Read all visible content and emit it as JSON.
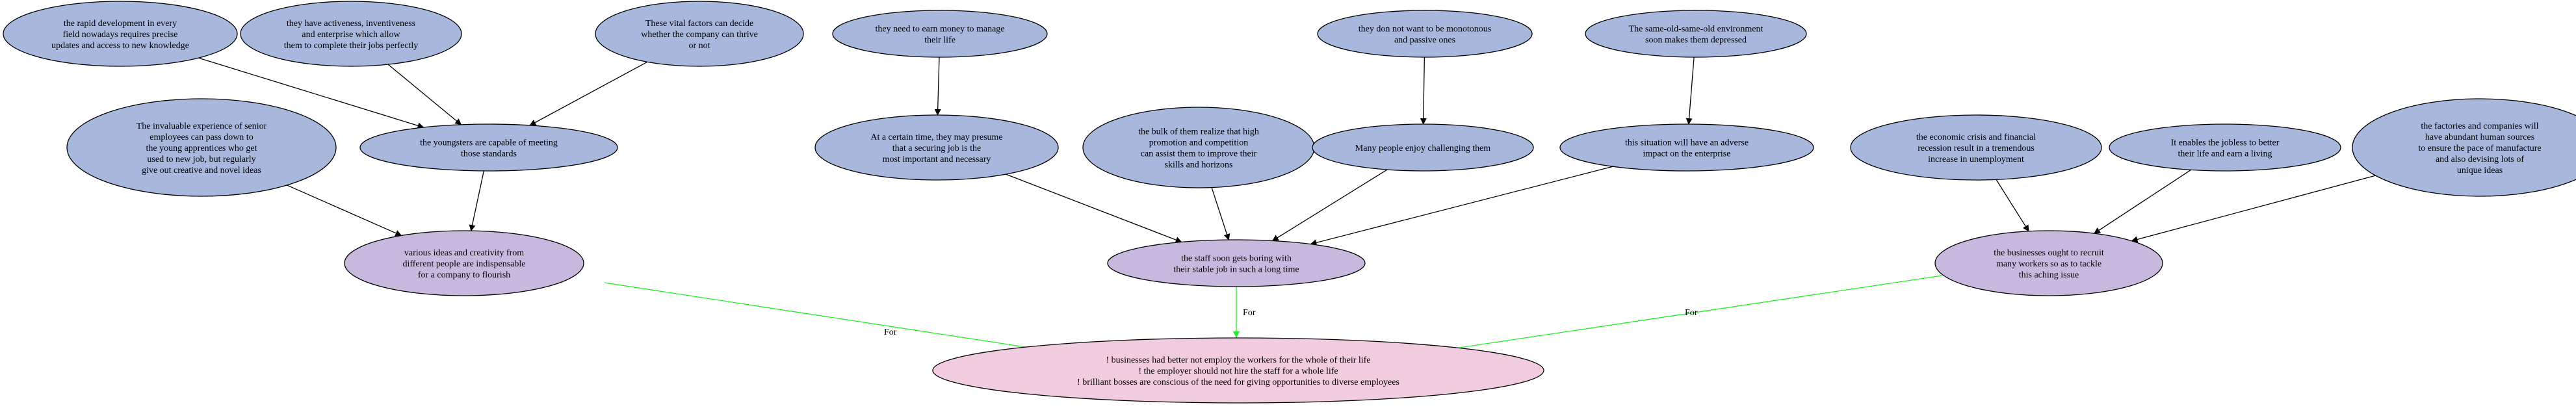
{
  "nodes": [
    {
      "id": "n_rapid",
      "color": "blue",
      "lines": [
        "the rapid development in every",
        "field nowadays requires precise",
        "updates and access to new knowledge"
      ]
    },
    {
      "id": "n_active",
      "color": "blue",
      "lines": [
        "they have activeness, inventiveness",
        "and enterprise which allow",
        "them to complete their jobs perfectly"
      ]
    },
    {
      "id": "n_vital",
      "color": "blue",
      "lines": [
        "These vital factors can decide",
        "whether the company can thrive",
        "or not"
      ]
    },
    {
      "id": "n_earn",
      "color": "blue",
      "lines": [
        "they need to earn money to manage",
        "their life"
      ]
    },
    {
      "id": "n_monot",
      "color": "blue",
      "lines": [
        "they don not want to be monotonous",
        "and passive ones"
      ]
    },
    {
      "id": "n_sameold",
      "color": "blue",
      "lines": [
        "The same-old-same-old environment",
        "soon makes them depressed"
      ]
    },
    {
      "id": "n_invaluable",
      "color": "blue",
      "lines": [
        "The invaluable experience of senior",
        "employees can pass down to",
        "the young apprentices who get",
        "used to new job, but regularly",
        "give out creative and novel ideas"
      ]
    },
    {
      "id": "n_youngsters",
      "color": "blue",
      "lines": [
        "the youngsters are capable of meeting",
        "those standards"
      ]
    },
    {
      "id": "n_securing",
      "color": "blue",
      "lines": [
        "At a certain time, they may presume",
        "that a securing job is the",
        "most important and necessary"
      ]
    },
    {
      "id": "n_bulk",
      "color": "blue",
      "lines": [
        "the bulk of them realize that high",
        "promotion and competition",
        "can assist them to improve their",
        "skills and horizons"
      ]
    },
    {
      "id": "n_enjoy",
      "color": "blue",
      "lines": [
        "Many people enjoy challenging them"
      ]
    },
    {
      "id": "n_adverse",
      "color": "blue",
      "lines": [
        "this situation will have an adverse",
        "impact on the enterprise"
      ]
    },
    {
      "id": "n_crisis",
      "color": "blue",
      "lines": [
        "the economic crisis and financial",
        "recession result in a tremendous",
        "increase in unemployment"
      ]
    },
    {
      "id": "n_jobless",
      "color": "blue",
      "lines": [
        "It enables the jobless to better",
        "their life and earn a living"
      ]
    },
    {
      "id": "n_factories",
      "color": "blue",
      "lines": [
        "the factories and companies will",
        "have abundant human sources",
        "to ensure the pace of manufacture",
        "and also devising lots of",
        "unique ideas"
      ]
    },
    {
      "id": "n_various",
      "color": "purple",
      "lines": [
        "various ideas and creativity from",
        "different people are indispensable",
        "for a company to flourish"
      ]
    },
    {
      "id": "n_boring",
      "color": "purple",
      "lines": [
        "the staff soon gets boring with",
        "their stable job in such a long time"
      ]
    },
    {
      "id": "n_recruit",
      "color": "purple",
      "lines": [
        "the businesses ought to recruit",
        "many workers so as to tackle",
        "this aching issue"
      ]
    },
    {
      "id": "n_main",
      "color": "pink",
      "lines": [
        "! businesses had better not employ the workers for the whole of their life",
        "! the employer should not hire the staff for a whole life",
        "! brilliant bosses are conscious of the need for giving opportunities to diverse employees"
      ]
    }
  ],
  "edges": [
    {
      "from": "n_rapid",
      "to": "n_youngsters",
      "color": "black",
      "label": ""
    },
    {
      "from": "n_active",
      "to": "n_youngsters",
      "color": "black",
      "label": ""
    },
    {
      "from": "n_vital",
      "to": "n_youngsters",
      "color": "black",
      "label": ""
    },
    {
      "from": "n_youngsters",
      "to": "n_various",
      "color": "black",
      "label": ""
    },
    {
      "from": "n_invaluable",
      "to": "n_various",
      "color": "black",
      "label": ""
    },
    {
      "from": "n_earn",
      "to": "n_securing",
      "color": "black",
      "label": ""
    },
    {
      "from": "n_monot",
      "to": "n_enjoy",
      "color": "black",
      "label": ""
    },
    {
      "from": "n_sameold",
      "to": "n_adverse",
      "color": "black",
      "label": ""
    },
    {
      "from": "n_securing",
      "to": "n_boring",
      "color": "black",
      "label": ""
    },
    {
      "from": "n_bulk",
      "to": "n_boring",
      "color": "black",
      "label": ""
    },
    {
      "from": "n_enjoy",
      "to": "n_boring",
      "color": "black",
      "label": ""
    },
    {
      "from": "n_adverse",
      "to": "n_boring",
      "color": "black",
      "label": ""
    },
    {
      "from": "n_crisis",
      "to": "n_recruit",
      "color": "black",
      "label": ""
    },
    {
      "from": "n_jobless",
      "to": "n_recruit",
      "color": "black",
      "label": ""
    },
    {
      "from": "n_factories",
      "to": "n_recruit",
      "color": "black",
      "label": ""
    },
    {
      "from": "n_various",
      "to": "n_main",
      "color": "green",
      "label": "For"
    },
    {
      "from": "n_boring",
      "to": "n_main",
      "color": "green",
      "label": "For"
    },
    {
      "from": "n_recruit",
      "to": "n_main",
      "color": "green",
      "label": "For"
    }
  ]
}
